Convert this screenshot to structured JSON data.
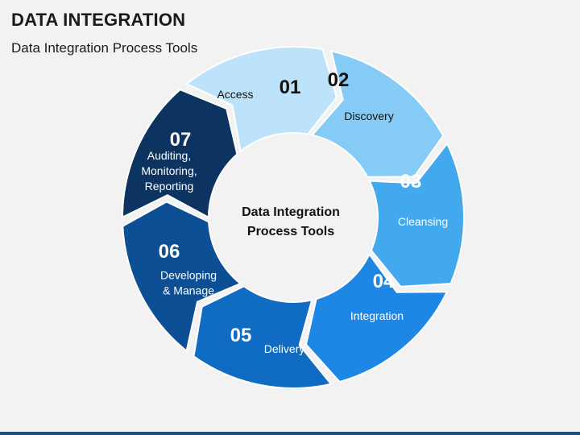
{
  "header": {
    "title": "DATA INTEGRATION",
    "subtitle": "Data Integration Process Tools"
  },
  "center": {
    "line1": "Data Integration",
    "line2": "Process Tools"
  },
  "steps": [
    {
      "number": "01",
      "lines": [
        "Access"
      ],
      "color": "#bde3fb",
      "text_color": "#111111"
    },
    {
      "number": "02",
      "lines": [
        "Discovery"
      ],
      "color": "#86cbf5",
      "text_color": "#111111"
    },
    {
      "number": "03",
      "lines": [
        "Cleansing"
      ],
      "color": "#42a9ee",
      "text_color": "#ffffff"
    },
    {
      "number": "04",
      "lines": [
        "Integration"
      ],
      "color": "#1e87e6",
      "text_color": "#ffffff"
    },
    {
      "number": "05",
      "lines": [
        "Delivery"
      ],
      "color": "#0f6cc2",
      "text_color": "#ffffff"
    },
    {
      "number": "06",
      "lines": [
        "Developing",
        "& Manage"
      ],
      "color": "#0c4f94",
      "text_color": "#ffffff"
    },
    {
      "number": "07",
      "lines": [
        "Auditing,",
        "Monitoring,",
        "Reporting"
      ],
      "color": "#0d3460",
      "text_color": "#ffffff"
    }
  ]
}
